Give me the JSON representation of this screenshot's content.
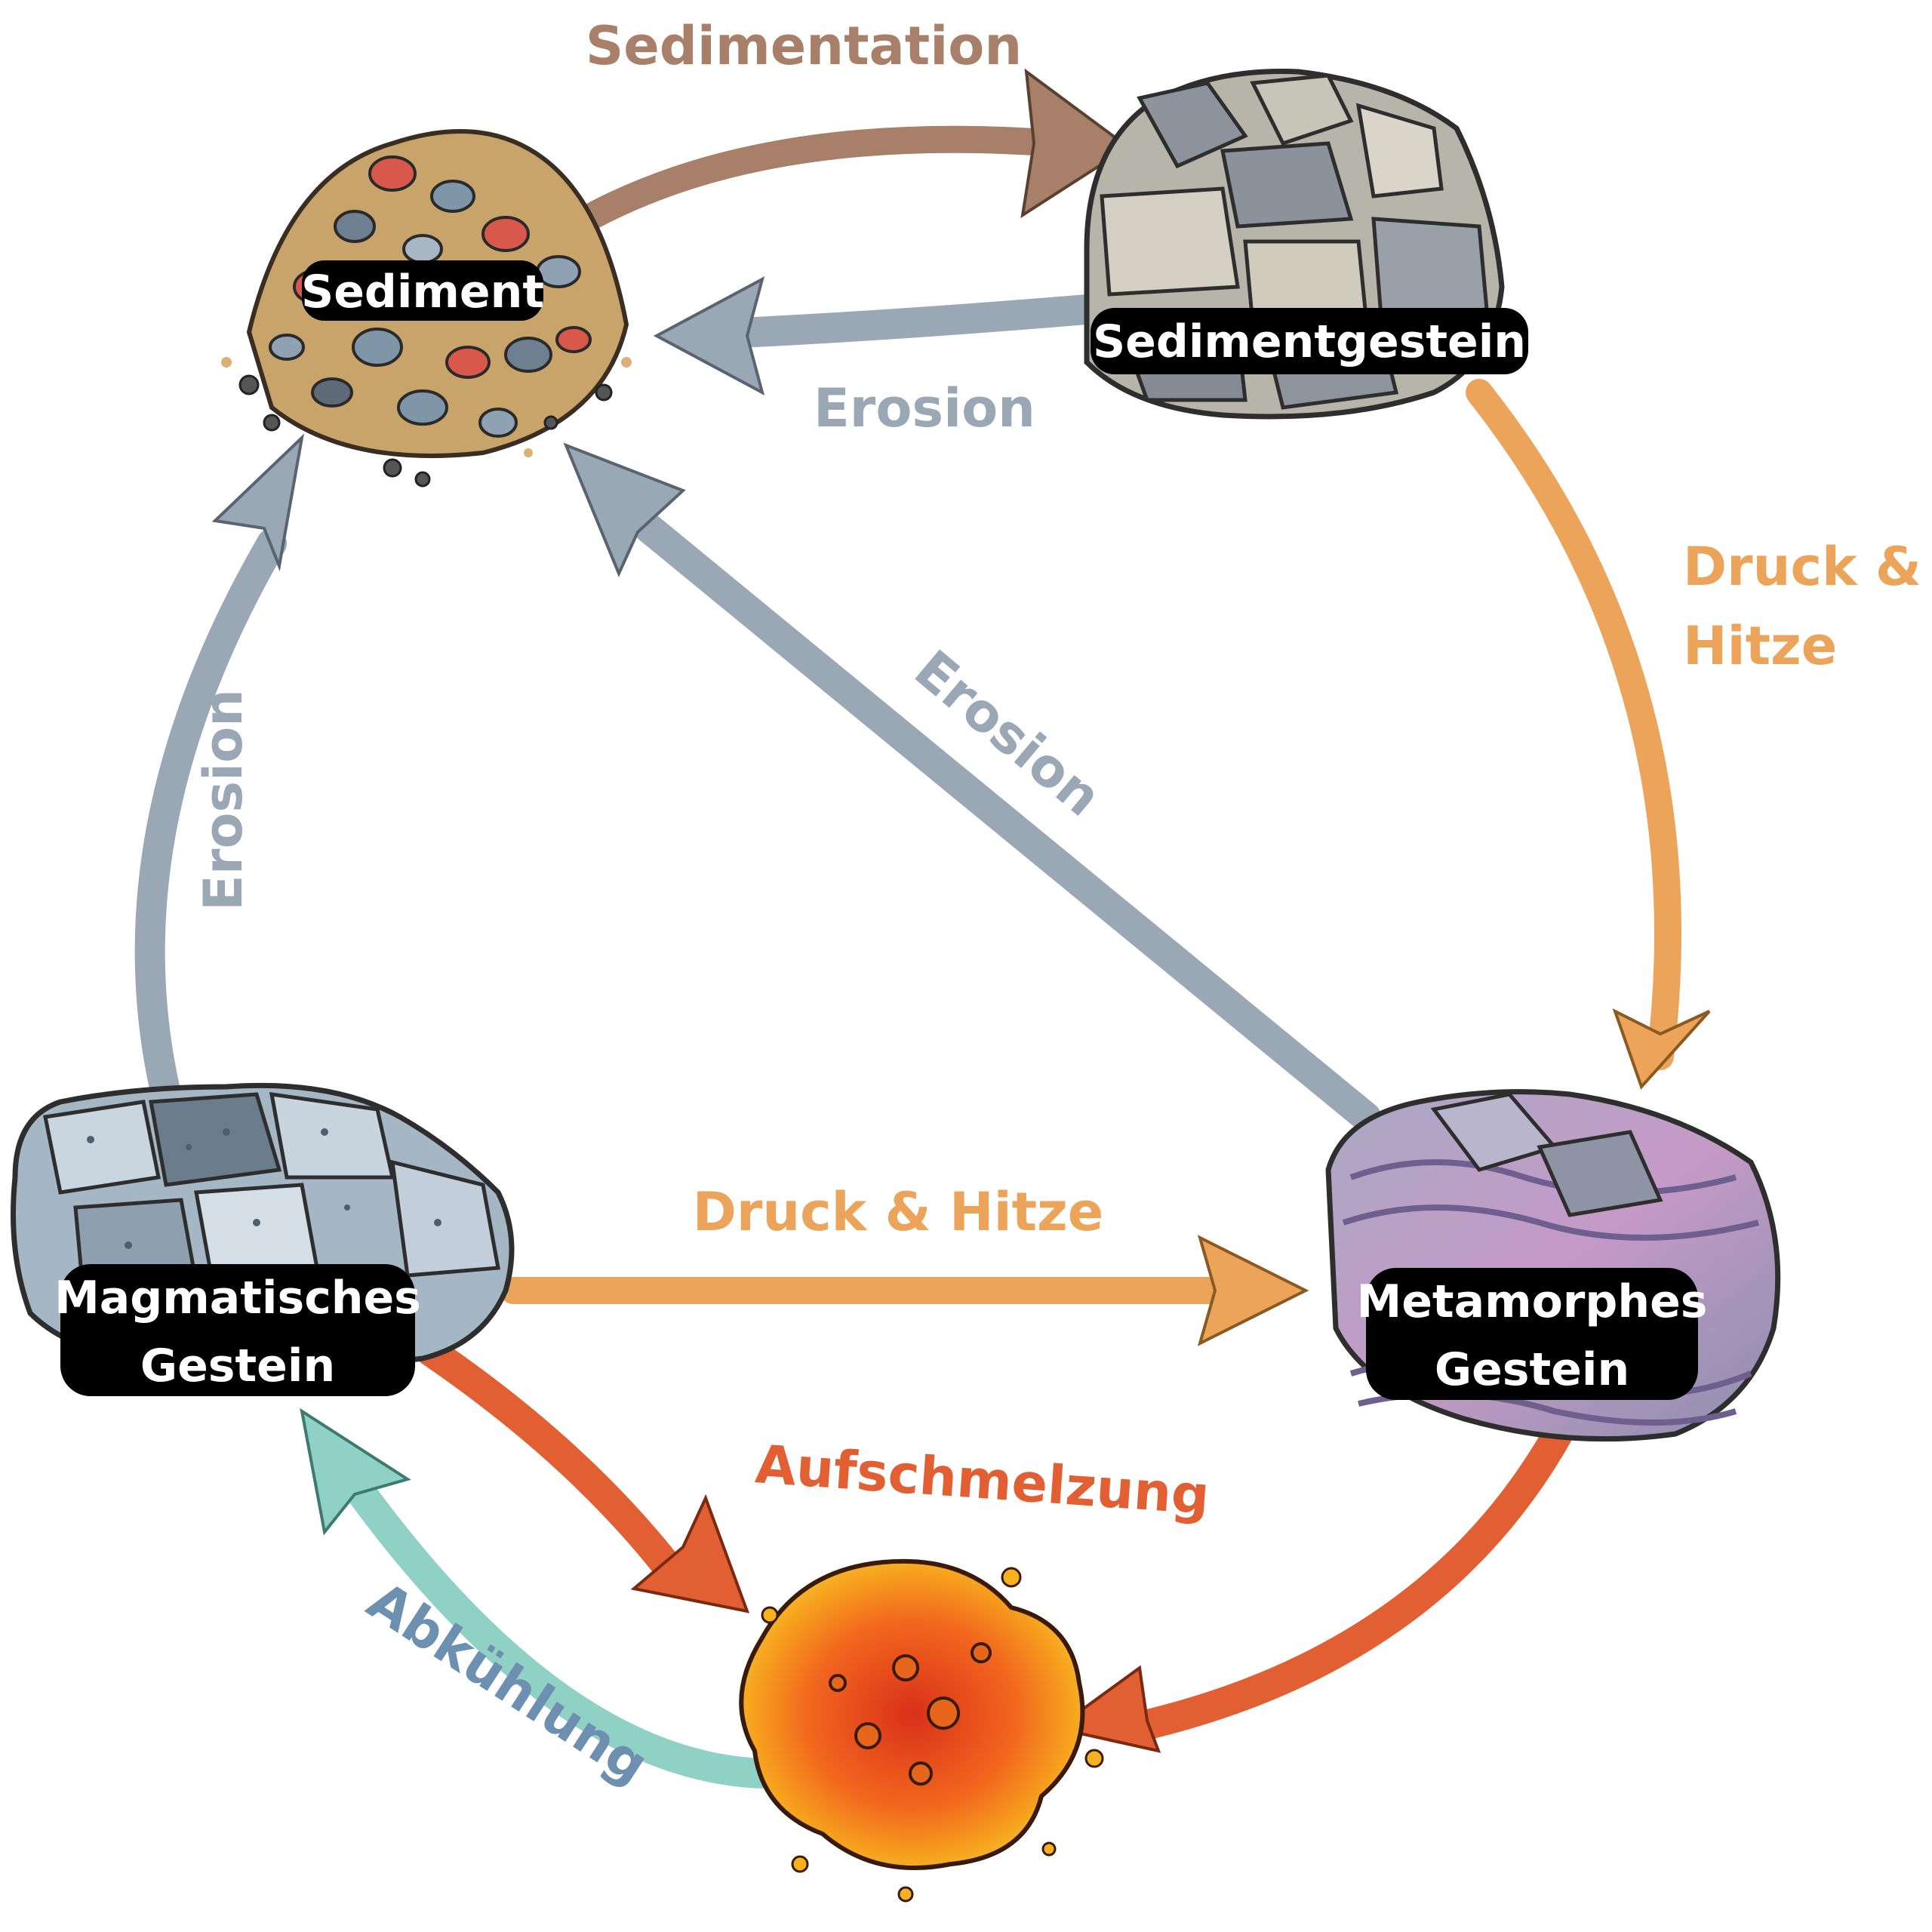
{
  "nodes": {
    "sediment": {
      "label": "Sediment"
    },
    "sedimentgestein": {
      "label": "Sedimentgestein"
    },
    "metamorphes": {
      "line1": "Metamorphes",
      "line2": "Gestein"
    },
    "magmatisches": {
      "line1": "Magmatisches",
      "line2": "Gestein"
    },
    "magma": {
      "label": ""
    }
  },
  "arrows": {
    "sedimentation": "Sedimentation",
    "erosion_top": "Erosion",
    "erosion_diagonal": "Erosion",
    "erosion_left": "Erosion",
    "druck_hitze_right_line1": "Druck &",
    "druck_hitze_right_line2": "Hitze",
    "druck_hitze_middle": "Druck & Hitze",
    "aufschmelzung": "Aufschmelzung",
    "abkuehlung": "Abkühlung"
  },
  "colors": {
    "sedimentation": "#a8806a",
    "erosion": "#9aa7b5",
    "druck_hitze": "#eba45a",
    "aufschmelzung": "#e25f33",
    "abkuehlung": "#8fd1c4",
    "abkuehlung_text": "#6d8fb0",
    "label_bg": "#000000"
  },
  "icons": [
    "sediment-pile-icon",
    "sedimentary-rock-icon",
    "metamorphic-rock-icon",
    "igneous-rock-icon",
    "magma-splash-icon"
  ]
}
